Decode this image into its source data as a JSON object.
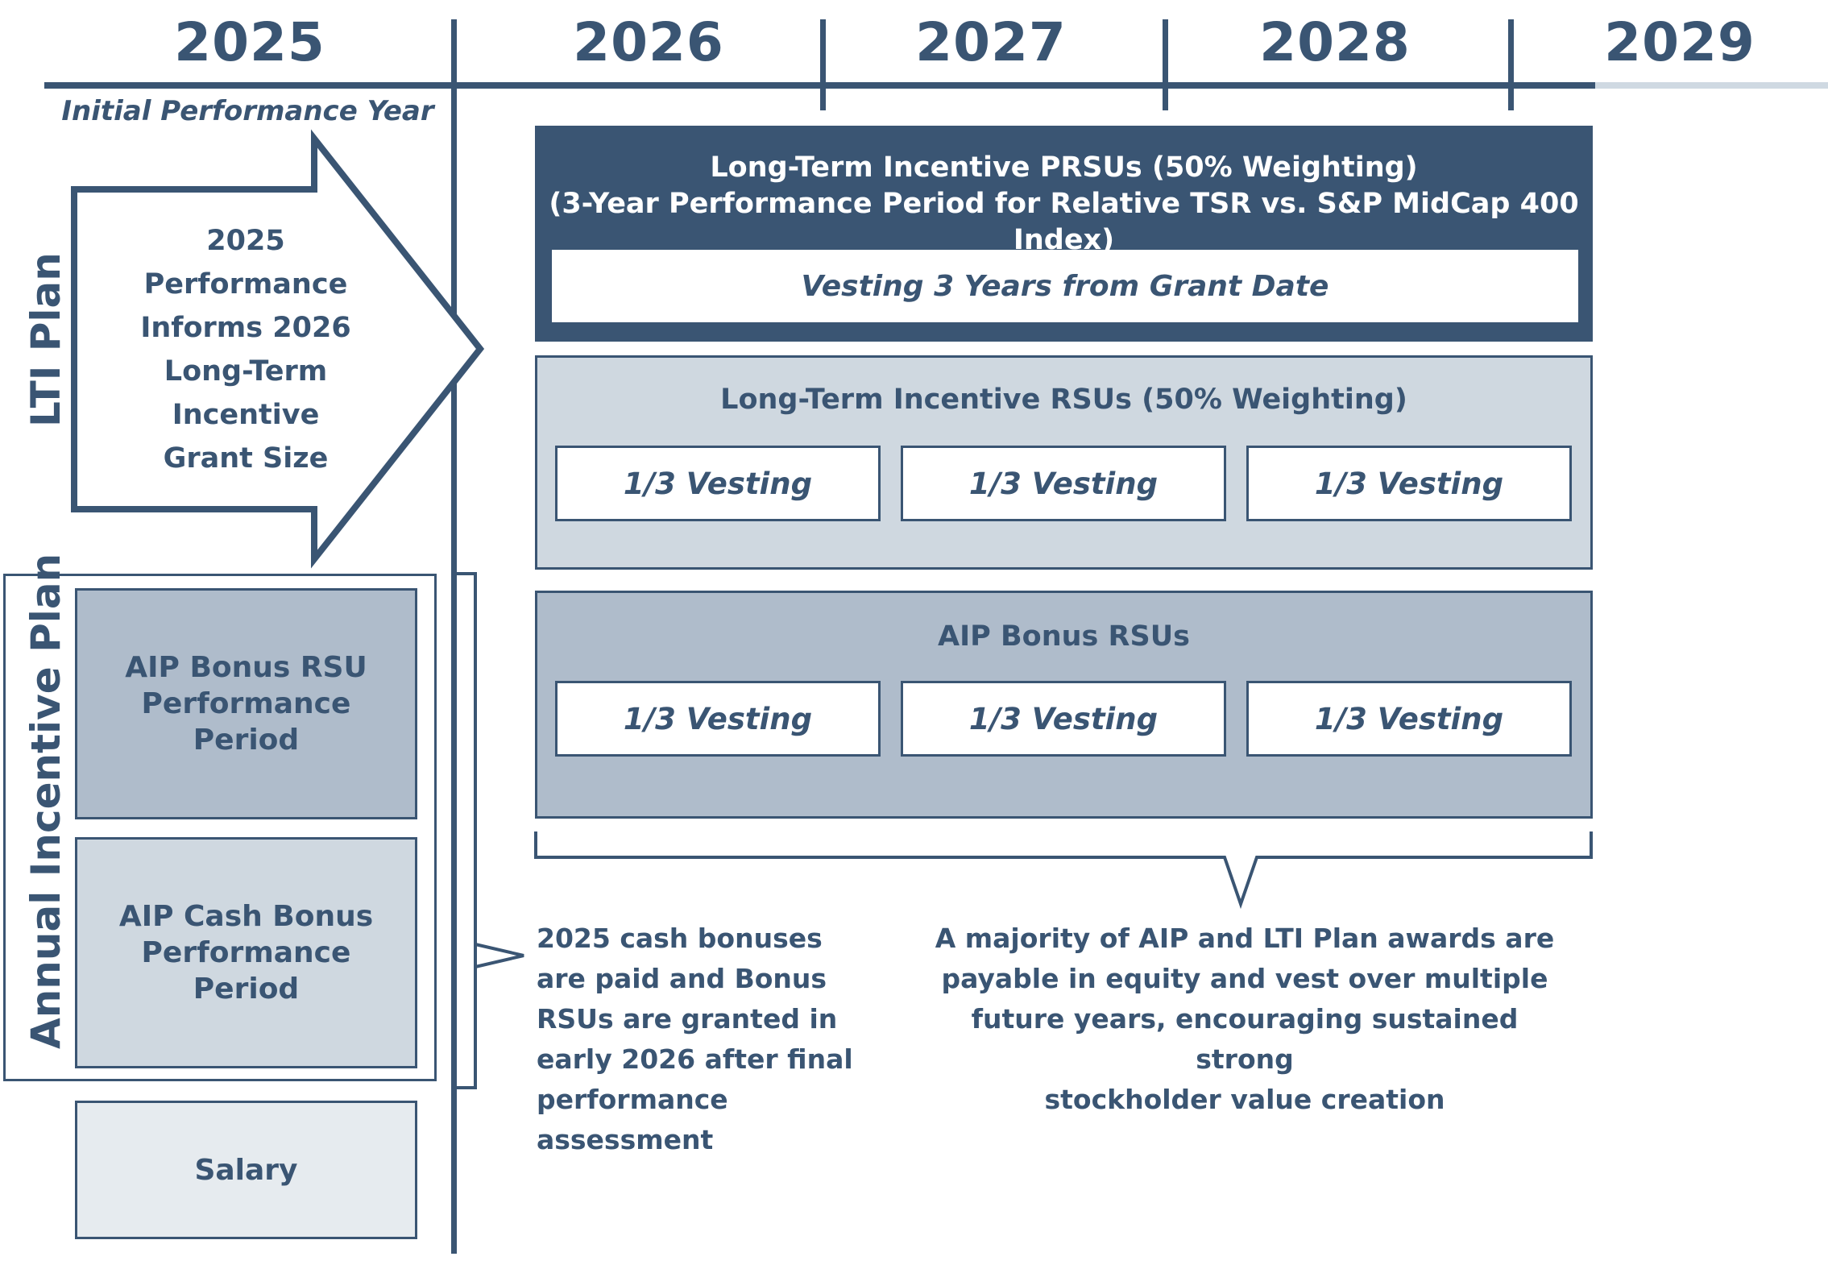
{
  "timeline": {
    "years": [
      "2025",
      "2026",
      "2027",
      "2028",
      "2029"
    ],
    "initial_year_label": "Initial Performance Year"
  },
  "side_labels": {
    "lti": "LTI Plan",
    "aip": "Annual Incentive Plan"
  },
  "arrow": {
    "lines": [
      "2025",
      "Performance",
      "Informs 2026",
      "Long-Term",
      "Incentive",
      "Grant Size"
    ]
  },
  "prsu": {
    "title_line1": "Long-Term Incentive PRSUs (50% Weighting)",
    "title_line2": "(3-Year Performance Period for Relative TSR vs. S&P MidCap 400 Index)",
    "vesting": "Vesting 3 Years from Grant Date"
  },
  "rsu": {
    "title": "Long-Term Incentive RSUs (50% Weighting)",
    "vesting": [
      "1/3 Vesting",
      "1/3 Vesting",
      "1/3 Vesting"
    ]
  },
  "aip_rsu": {
    "title": "AIP Bonus RSUs",
    "vesting": [
      "1/3 Vesting",
      "1/3 Vesting",
      "1/3 Vesting"
    ]
  },
  "left_boxes": {
    "aip_bonus_rsu": [
      "AIP Bonus RSU",
      "Performance",
      "Period"
    ],
    "aip_cash_bonus": [
      "AIP Cash Bonus",
      "Performance",
      "Period"
    ],
    "salary": "Salary"
  },
  "notes": {
    "cash_bonus": [
      "2025 cash bonuses",
      "are paid and Bonus",
      "RSUs are granted in",
      "early 2026 after final",
      "performance assessment"
    ],
    "majority": [
      "A majority of AIP and LTI Plan awards are",
      "payable in equity and vest over multiple",
      "future years, encouraging sustained strong",
      "stockholder value creation"
    ]
  },
  "colors": {
    "navy": "#3a5573",
    "light_gray_blue": "#cfd8e0",
    "mid_gray_blue": "#afbccb",
    "pale": "#e6ebef",
    "timeline_fade": "#cfd9e2"
  }
}
